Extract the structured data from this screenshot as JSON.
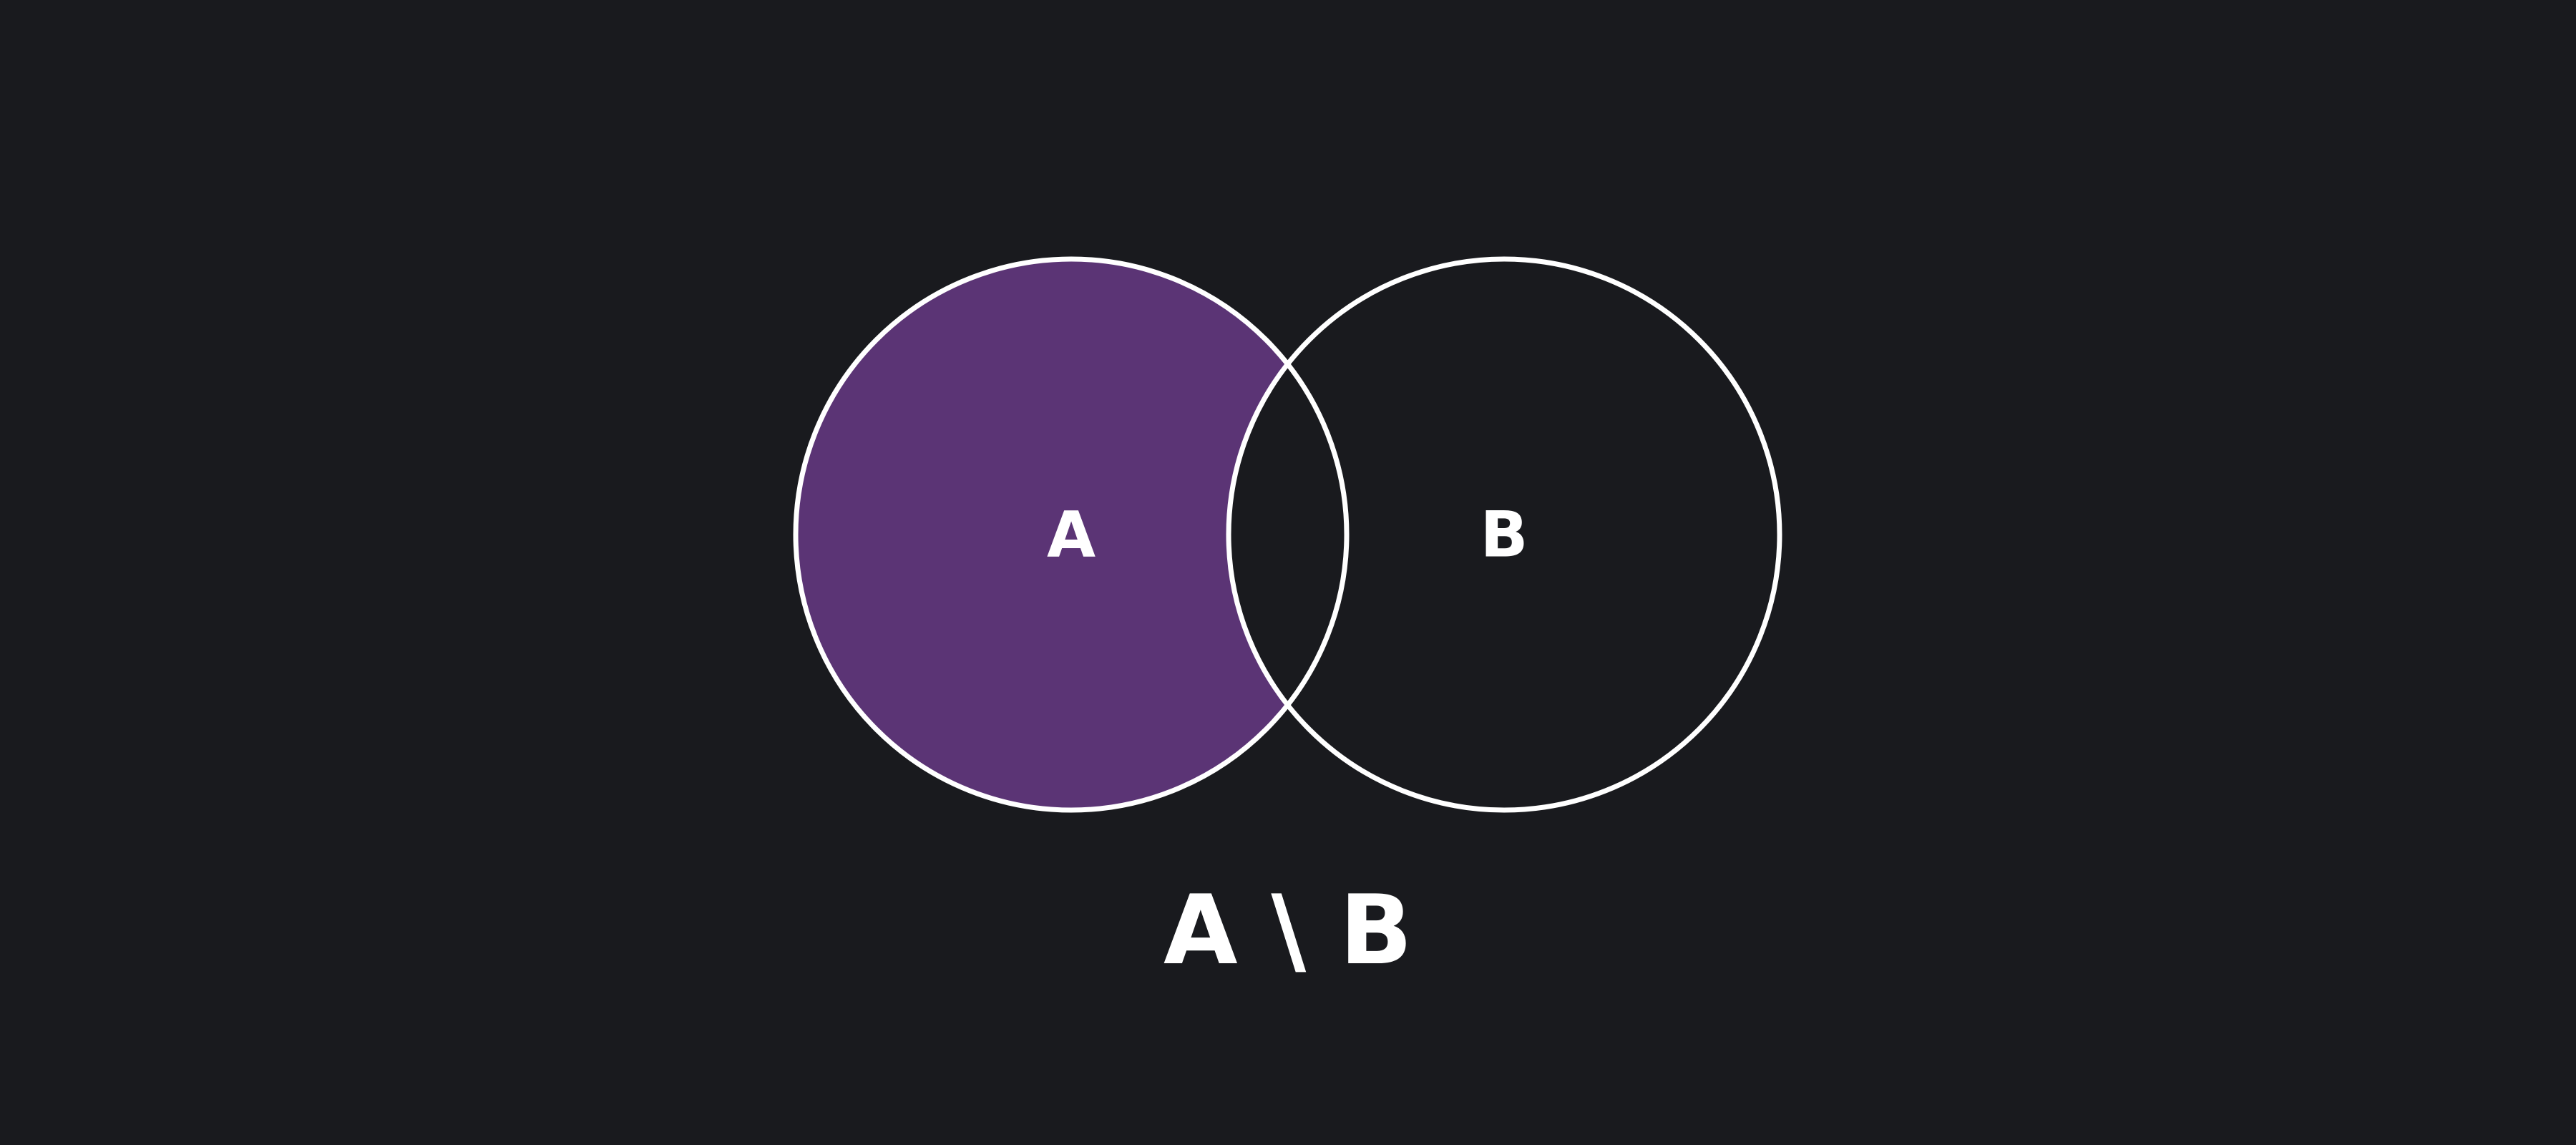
{
  "diagram": {
    "set_a": {
      "label": "A"
    },
    "set_b": {
      "label": "B"
    },
    "operation": "difference",
    "highlighted_region": "A only",
    "expression": "A \\ B",
    "colors": {
      "background": "#191a1e",
      "highlight_fill": "#5b3475",
      "outline": "#ffffff",
      "text": "#ffffff"
    }
  }
}
